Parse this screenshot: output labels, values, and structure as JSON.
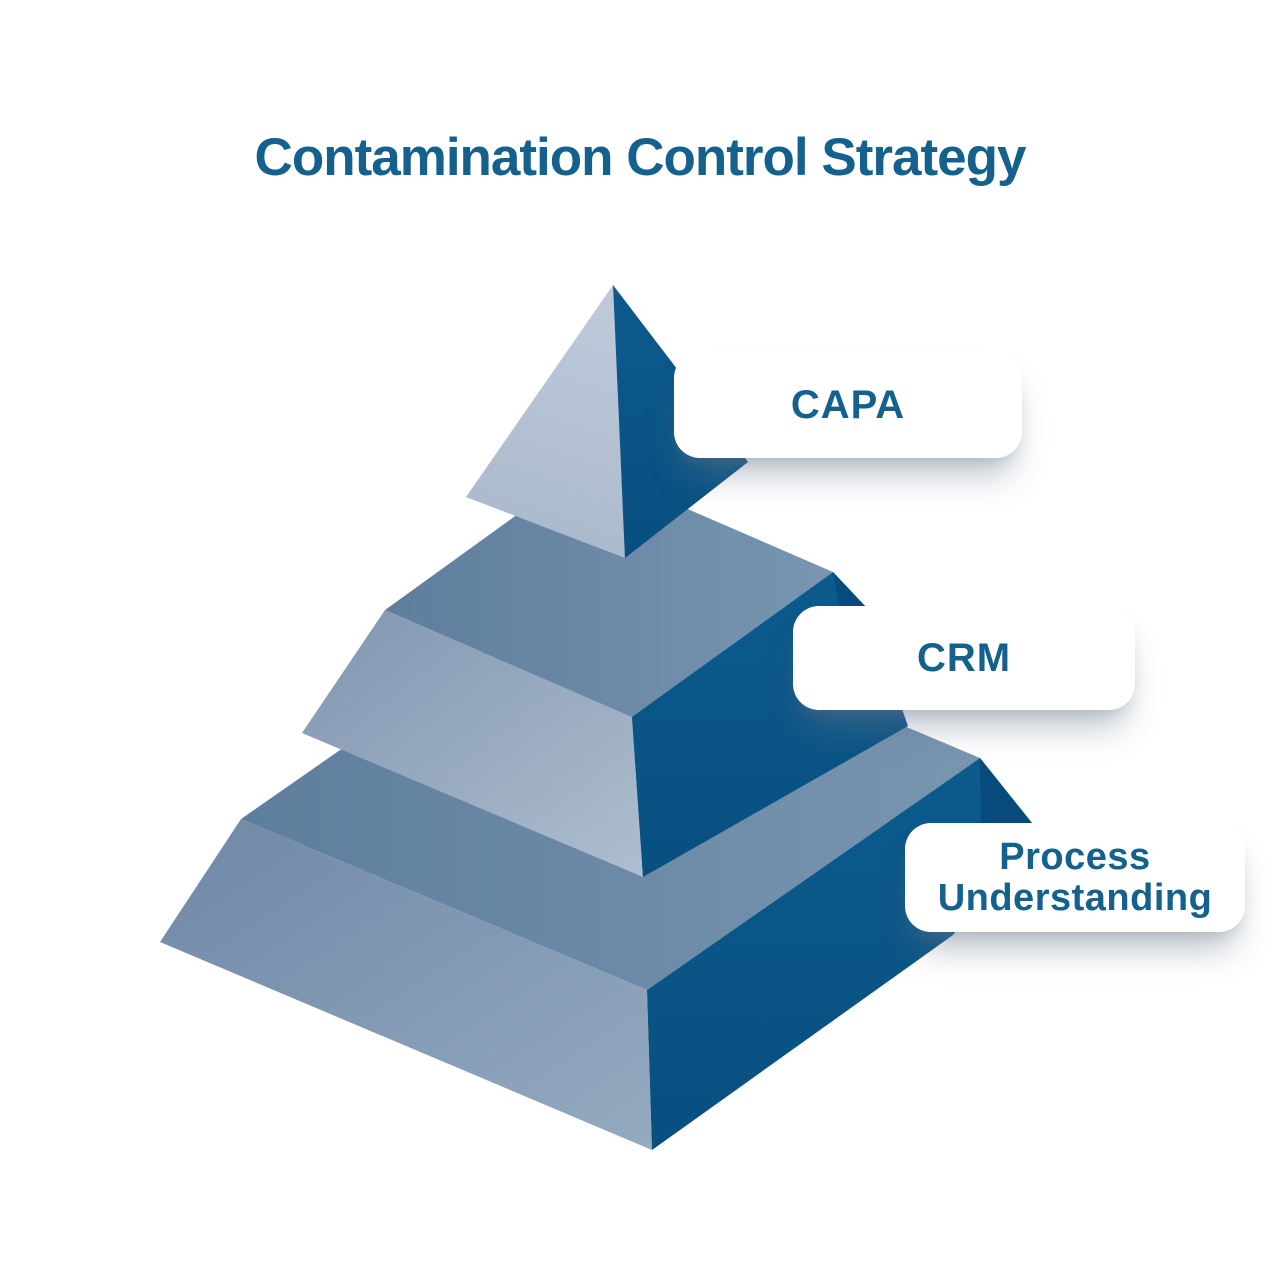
{
  "title": "Contamination Control Strategy",
  "pyramid": {
    "description": "Three-tier 3D pyramid, top to bottom",
    "tiers": [
      {
        "id": "top",
        "label": "CAPA"
      },
      {
        "id": "middle",
        "label": "CRM"
      },
      {
        "id": "bottom",
        "label": "Process Understanding"
      }
    ]
  },
  "colors": {
    "background": "#FFFFFF",
    "title_text": "#15618E",
    "card_text": "#15618E",
    "card_bg": "#FFFFFF",
    "card_shadow": "rgba(105,118,138,0.45)",
    "dark_face": "#0C5B8D",
    "dark_face_deep": "#084F80",
    "fold_accent": "#064B7C",
    "band_dark": "#5E7E9D",
    "band_light": "#7995B0",
    "top_face_light": "#BDC9D9",
    "top_face_shade": "#A8B7CB",
    "mid_face_shade": "#8095B1",
    "mid_face_light": "#AFBECF",
    "bottom_face_shade": "#7088A6",
    "bottom_face_light": "#94AAC0"
  }
}
